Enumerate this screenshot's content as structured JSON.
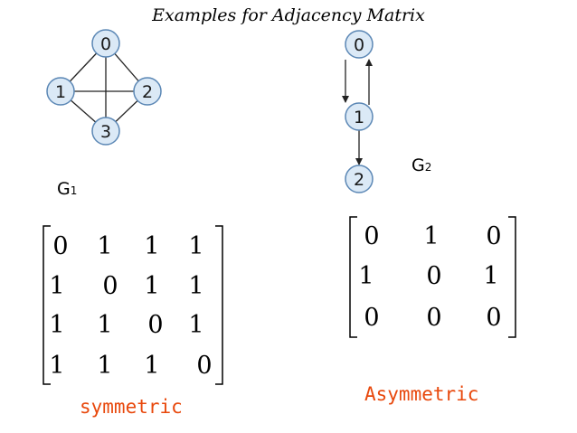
{
  "title": "Examples for Adjacency Matrix",
  "colors": {
    "node_fill": "#dbe9f6",
    "node_stroke": "#5b87b5",
    "edge": "#222222",
    "caption": "#e8480c"
  },
  "g1": {
    "name": "G",
    "subscript": "1",
    "nodes": [
      "0",
      "1",
      "2",
      "3"
    ],
    "edges": [
      [
        "0",
        "1"
      ],
      [
        "0",
        "2"
      ],
      [
        "1",
        "3"
      ],
      [
        "2",
        "3"
      ],
      [
        "0",
        "3"
      ],
      [
        "1",
        "2"
      ]
    ],
    "directed": false,
    "matrix": [
      [
        "0",
        "1",
        "1",
        "1"
      ],
      [
        "1",
        "0",
        "1",
        "1"
      ],
      [
        "1",
        "1",
        "0",
        "1"
      ],
      [
        "1",
        "1",
        "1",
        "0"
      ]
    ],
    "caption": "symmetric"
  },
  "g2": {
    "name": "G",
    "subscript": "2",
    "nodes": [
      "0",
      "1",
      "2"
    ],
    "edges": [
      [
        "0",
        "1"
      ],
      [
        "1",
        "0"
      ],
      [
        "1",
        "2"
      ]
    ],
    "directed": true,
    "matrix": [
      [
        "0",
        "1",
        "0"
      ],
      [
        "1",
        "0",
        "1"
      ],
      [
        "0",
        "0",
        "0"
      ]
    ],
    "caption": "Asymmetric"
  }
}
